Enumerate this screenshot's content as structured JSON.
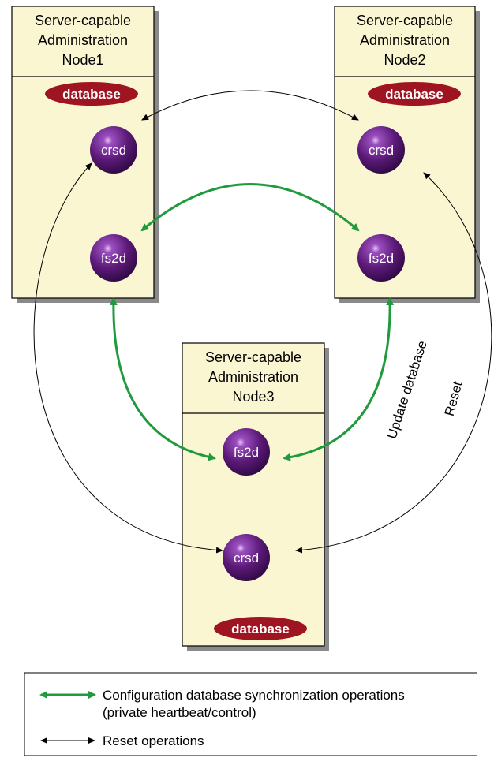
{
  "nodes": [
    {
      "title_lines": [
        "Server-capable",
        "Administration",
        "Node1"
      ],
      "database_label": "database",
      "daemons": [
        "crsd",
        "fs2d"
      ]
    },
    {
      "title_lines": [
        "Server-capable",
        "Administration",
        "Node2"
      ],
      "database_label": "database",
      "daemons": [
        "crsd",
        "fs2d"
      ]
    },
    {
      "title_lines": [
        "Server-capable",
        "Administration",
        "Node3"
      ],
      "database_label": "database",
      "daemons": [
        "fs2d",
        "crsd"
      ]
    }
  ],
  "edge_labels": {
    "update": "Update database",
    "reset": "Reset"
  },
  "legend": {
    "sync_line1": "Configuration database synchronization operations",
    "sync_line2": "(private heartbeat/control)",
    "reset": "Reset operations"
  },
  "colors": {
    "node_fill": "#fbf6d2",
    "daemon_fill": "#5c1a78",
    "database_fill": "#9e1420",
    "sync_arrow": "#1f9a3c",
    "reset_arrow": "#000000"
  }
}
